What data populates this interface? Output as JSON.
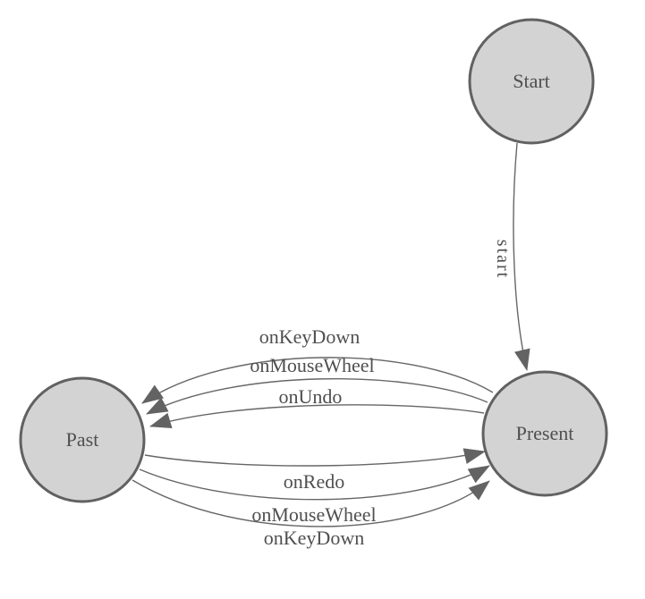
{
  "diagram_type": "state-machine",
  "colors": {
    "node_fill": "#d3d3d3",
    "node_stroke": "#616161",
    "edge_stroke": "#666666",
    "arrow_fill": "#636363",
    "text": "#4f4f4f"
  },
  "nodes": [
    {
      "id": "start",
      "label": "Start"
    },
    {
      "id": "present",
      "label": "Present"
    },
    {
      "id": "past",
      "label": "Past"
    }
  ],
  "edges": [
    {
      "from": "start",
      "to": "present",
      "label": "start"
    },
    {
      "from": "present",
      "to": "past",
      "label": "onKeyDown"
    },
    {
      "from": "present",
      "to": "past",
      "label": "onMouseWheel"
    },
    {
      "from": "present",
      "to": "past",
      "label": "onUndo"
    },
    {
      "from": "past",
      "to": "present",
      "label": "onRedo"
    },
    {
      "from": "past",
      "to": "present",
      "label": "onMouseWheel"
    },
    {
      "from": "past",
      "to": "present",
      "label": "onKeyDown"
    }
  ]
}
